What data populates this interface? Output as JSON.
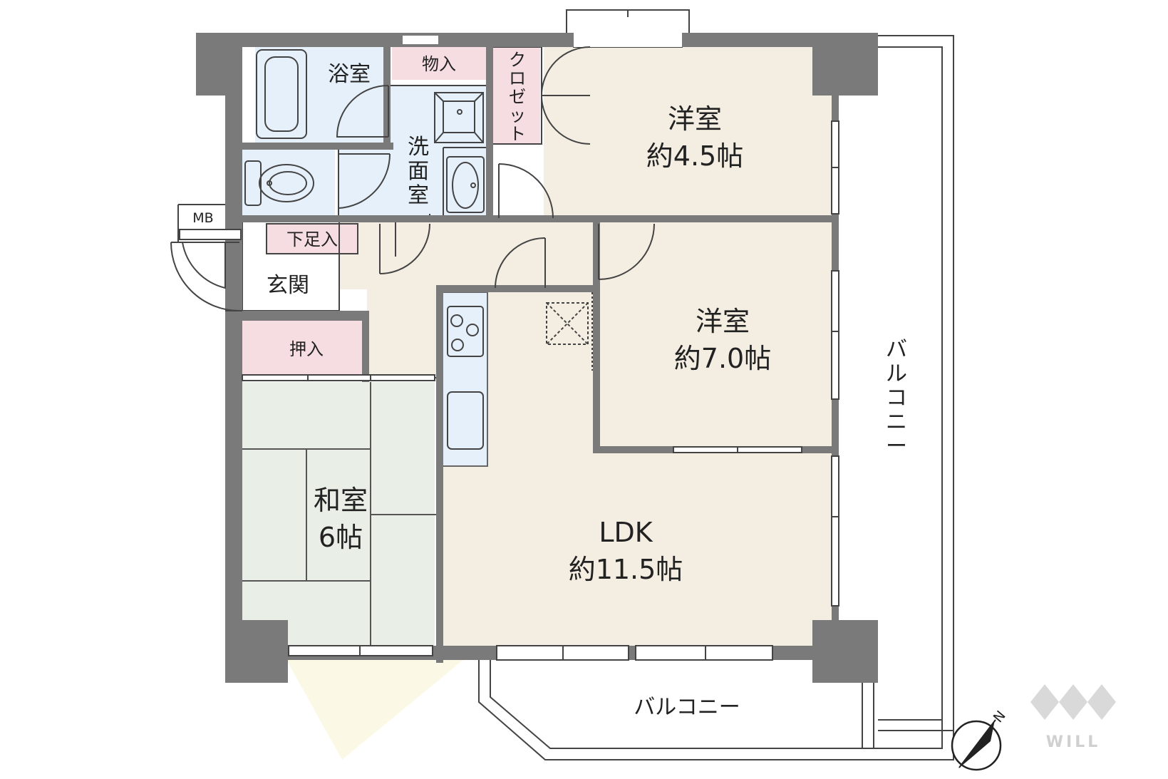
{
  "rooms": {
    "western_a": {
      "name": "洋室",
      "size": "約4.5帖"
    },
    "western_b": {
      "name": "洋室",
      "size": "約7.0帖"
    },
    "ldk": {
      "name": "LDK",
      "size": "約11.5帖"
    },
    "washitsu": {
      "name": "和室",
      "size": "6帖"
    },
    "bath": {
      "name": "浴室"
    },
    "washroom": {
      "name": "洗面室",
      "chars": [
        "洗",
        "面",
        "室"
      ]
    },
    "storage": {
      "name": "物入"
    },
    "closet": {
      "name": "クロゼット",
      "chars": [
        "ク",
        "ロ",
        "ゼ",
        "ッ",
        "ト"
      ]
    },
    "genkan": {
      "name": "玄関"
    },
    "shoe_storage": {
      "name": "下足入"
    },
    "oshiire": {
      "name": "押入"
    },
    "meter_box": {
      "name": "MB"
    }
  },
  "balconies": {
    "south": {
      "name": "バルコニー"
    },
    "east": {
      "name": "バルコニー",
      "chars": [
        "バ",
        "ル",
        "コ",
        "ニ",
        "ー"
      ]
    }
  },
  "compass": {
    "label": "N"
  },
  "watermark": {
    "text": "WILL"
  },
  "colors": {
    "wall": "#7a7a7a",
    "floor": "#f4eee2",
    "wet": "#e6f0fa",
    "storage": "#f6dde2",
    "tatami": "#e9efe6",
    "line": "#444444"
  }
}
